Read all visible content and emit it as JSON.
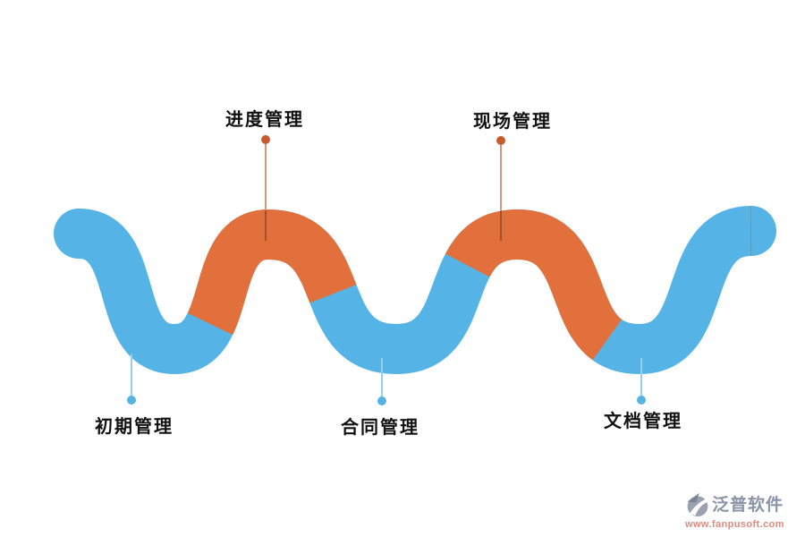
{
  "diagram": {
    "type": "alternating-wave-process",
    "segment_count": 5,
    "pattern": [
      "blue",
      "orange",
      "blue",
      "orange",
      "blue"
    ]
  },
  "stages": [
    {
      "id": 1,
      "label": "初期管理",
      "side": "bottom",
      "segment_color": "blue"
    },
    {
      "id": 2,
      "label": "进度管理",
      "side": "top",
      "segment_color": "orange"
    },
    {
      "id": 3,
      "label": "合同管理",
      "side": "bottom",
      "segment_color": "blue"
    },
    {
      "id": 4,
      "label": "现场管理",
      "side": "top",
      "segment_color": "orange"
    },
    {
      "id": 5,
      "label": "文档管理",
      "side": "bottom",
      "segment_color": "blue"
    }
  ],
  "colors": {
    "wave_blue": "#55b4e5",
    "wave_orange": "#e2703c",
    "leader_blue": "#93cfef",
    "leader_orange": "#d4977a",
    "leader_overlay": "rgba(0,0,0,0.28)",
    "dot_blue": "#54b2e4",
    "dot_orange": "#c75b2e",
    "label_text": "#111111"
  },
  "logo": {
    "title": "泛普软件",
    "url": "www.fanpusoft.com",
    "title_color": "#8b94a6",
    "url_color": "#e0897f",
    "icon_gray": "#9aa2b1",
    "icon_dark": "#7c8494"
  }
}
